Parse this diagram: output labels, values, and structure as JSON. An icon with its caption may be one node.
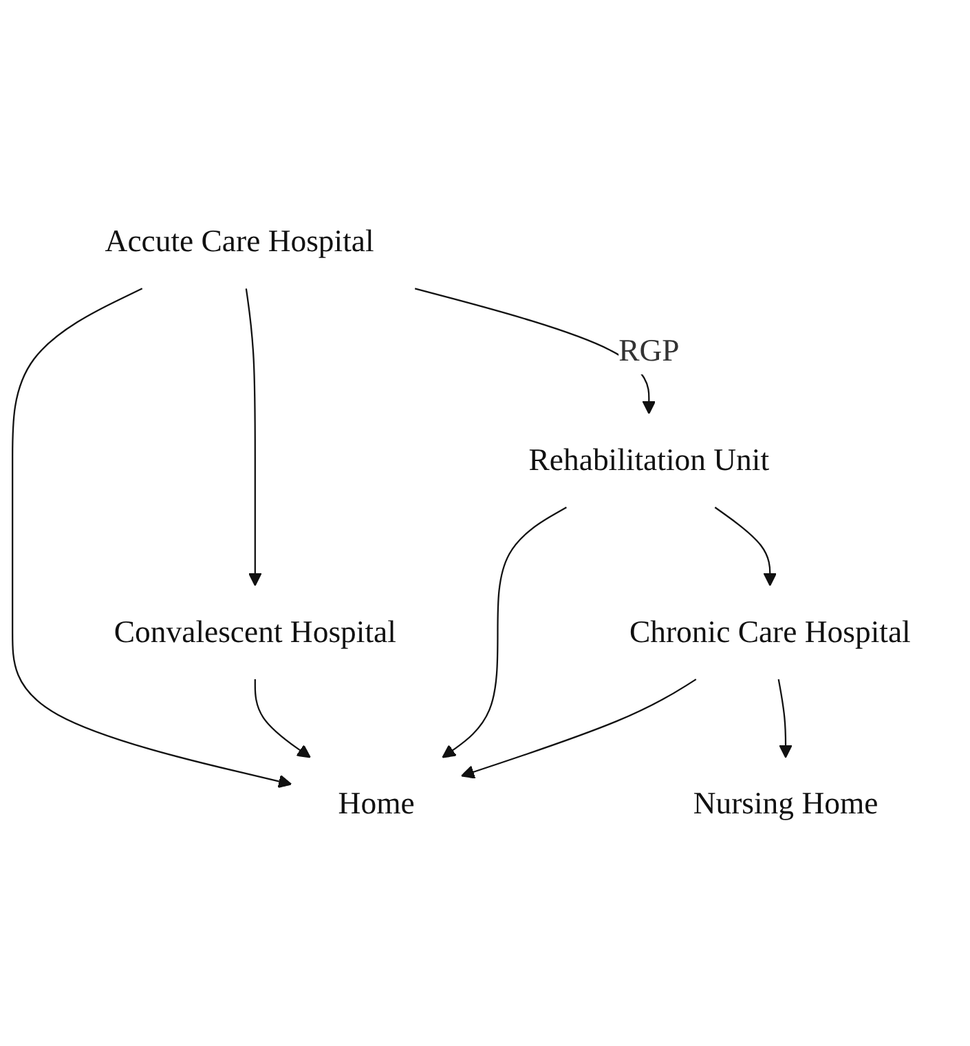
{
  "diagram": {
    "nodes": [
      {
        "text": [
          "Accute Care Hospital"
        ]
      },
      {
        "text": [
          "Convalescent Hospital"
        ]
      },
      {
        "text": [
          "Home"
        ]
      },
      {
        "text": [
          "Rehabilitation Unit"
        ]
      },
      {
        "text": [
          "Chronic Care Hospital"
        ]
      },
      {
        "text": [
          "Nursing Home"
        ]
      }
    ],
    "edges": [
      {
        "from": 0,
        "to": 2,
        "arrow": "to"
      },
      {
        "from": 0,
        "to": 1,
        "arrow": "to"
      },
      {
        "from": 1,
        "to": 2,
        "arrow": "to"
      },
      {
        "from": 0,
        "to": 3,
        "arrow": "to",
        "label": "RGP"
      },
      {
        "from": 3,
        "to": 2,
        "arrow": "to"
      },
      {
        "from": 3,
        "to": 4,
        "arrow": "to"
      },
      {
        "from": 4,
        "to": 2,
        "arrow": "to"
      },
      {
        "from": 4,
        "to": 5,
        "arrow": "to"
      }
    ]
  }
}
